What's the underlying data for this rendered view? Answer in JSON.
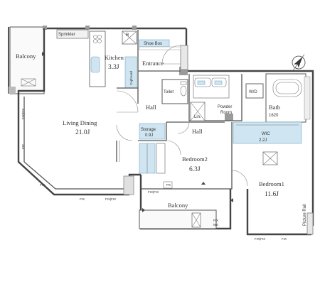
{
  "rooms": {
    "balcony_west": {
      "label": "Balcony"
    },
    "kitchen": {
      "label": "Kitchen",
      "area": "3.3J"
    },
    "shoe_box": {
      "label": "Shoe Box"
    },
    "entrance": {
      "label": "Entrance"
    },
    "toilet": {
      "label": "Toilet"
    },
    "powder_room": {
      "label": "Powder\nRoom"
    },
    "wd": {
      "label": "W/D"
    },
    "bath": {
      "label": "Bath",
      "size": "1620"
    },
    "hall_upper": {
      "label": "Hall"
    },
    "hall_lower": {
      "label": "Hall"
    },
    "living_dining": {
      "label": "Living Dining",
      "area": "21.0J"
    },
    "storage": {
      "label": "Storage",
      "area": "0.9J"
    },
    "bedroom2": {
      "label": "Bedroom2",
      "area": "6.3J"
    },
    "wic": {
      "label": "WIC",
      "area": "2.2J"
    },
    "bedroom1": {
      "label": "Bedroom1",
      "area": "11.6J"
    },
    "balcony_south": {
      "label": "Balcony"
    },
    "picture_rail": {
      "label": "Picture Rail"
    }
  },
  "fixtures": {
    "sprinkler_label": "Sprinkler",
    "lin": "Lin.",
    "cupboard": "Cupboard",
    "refrigerator": "R",
    "fix_marks": [
      "FIX",
      "FIX",
      "FIX",
      "FIX",
      "FIX"
    ],
    "fix_double": [
      "FIX|FIX",
      "FIX|FIX",
      "FIX|FIX",
      "FIX|FIX"
    ],
    "meter_marks": [
      "PS",
      "MB"
    ]
  },
  "compass": {
    "icon": "north-arrow-icon"
  }
}
